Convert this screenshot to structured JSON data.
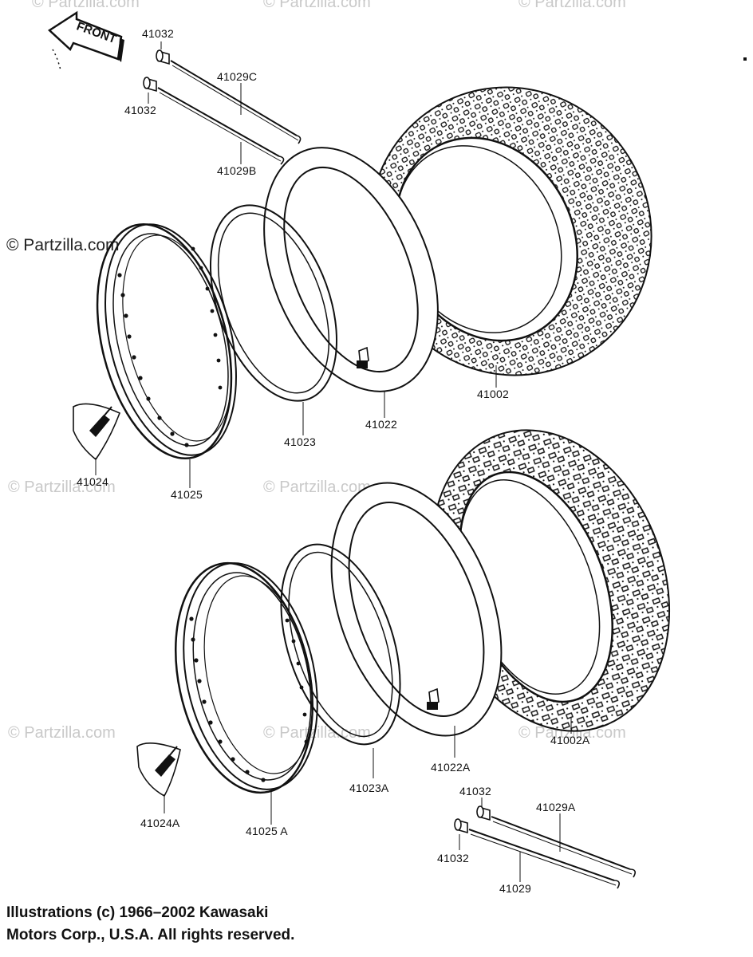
{
  "diagram": {
    "front_label": "FRONT",
    "watermark": "© Partzilla.com",
    "copyright_lines": [
      "Illustrations (c) 1966–2002 Kawasaki",
      "Motors Corp., U.S.A.  All rights reserved."
    ],
    "labels": {
      "l41032_a": "41032",
      "l41032_b": "41032",
      "l41029C": "41029C",
      "l41029B": "41029B",
      "l41002": "41002",
      "l41022": "41022",
      "l41023": "41023",
      "l41024": "41024",
      "l41025": "41025",
      "l41002A": "41002A",
      "l41022A": "41022A",
      "l41023A": "41023A",
      "l41024A": "41024A",
      "l41025A": "41025 A",
      "l41032_c": "41032",
      "l41032_d": "41032",
      "l41029A": "41029A",
      "l41029": "41029"
    }
  }
}
